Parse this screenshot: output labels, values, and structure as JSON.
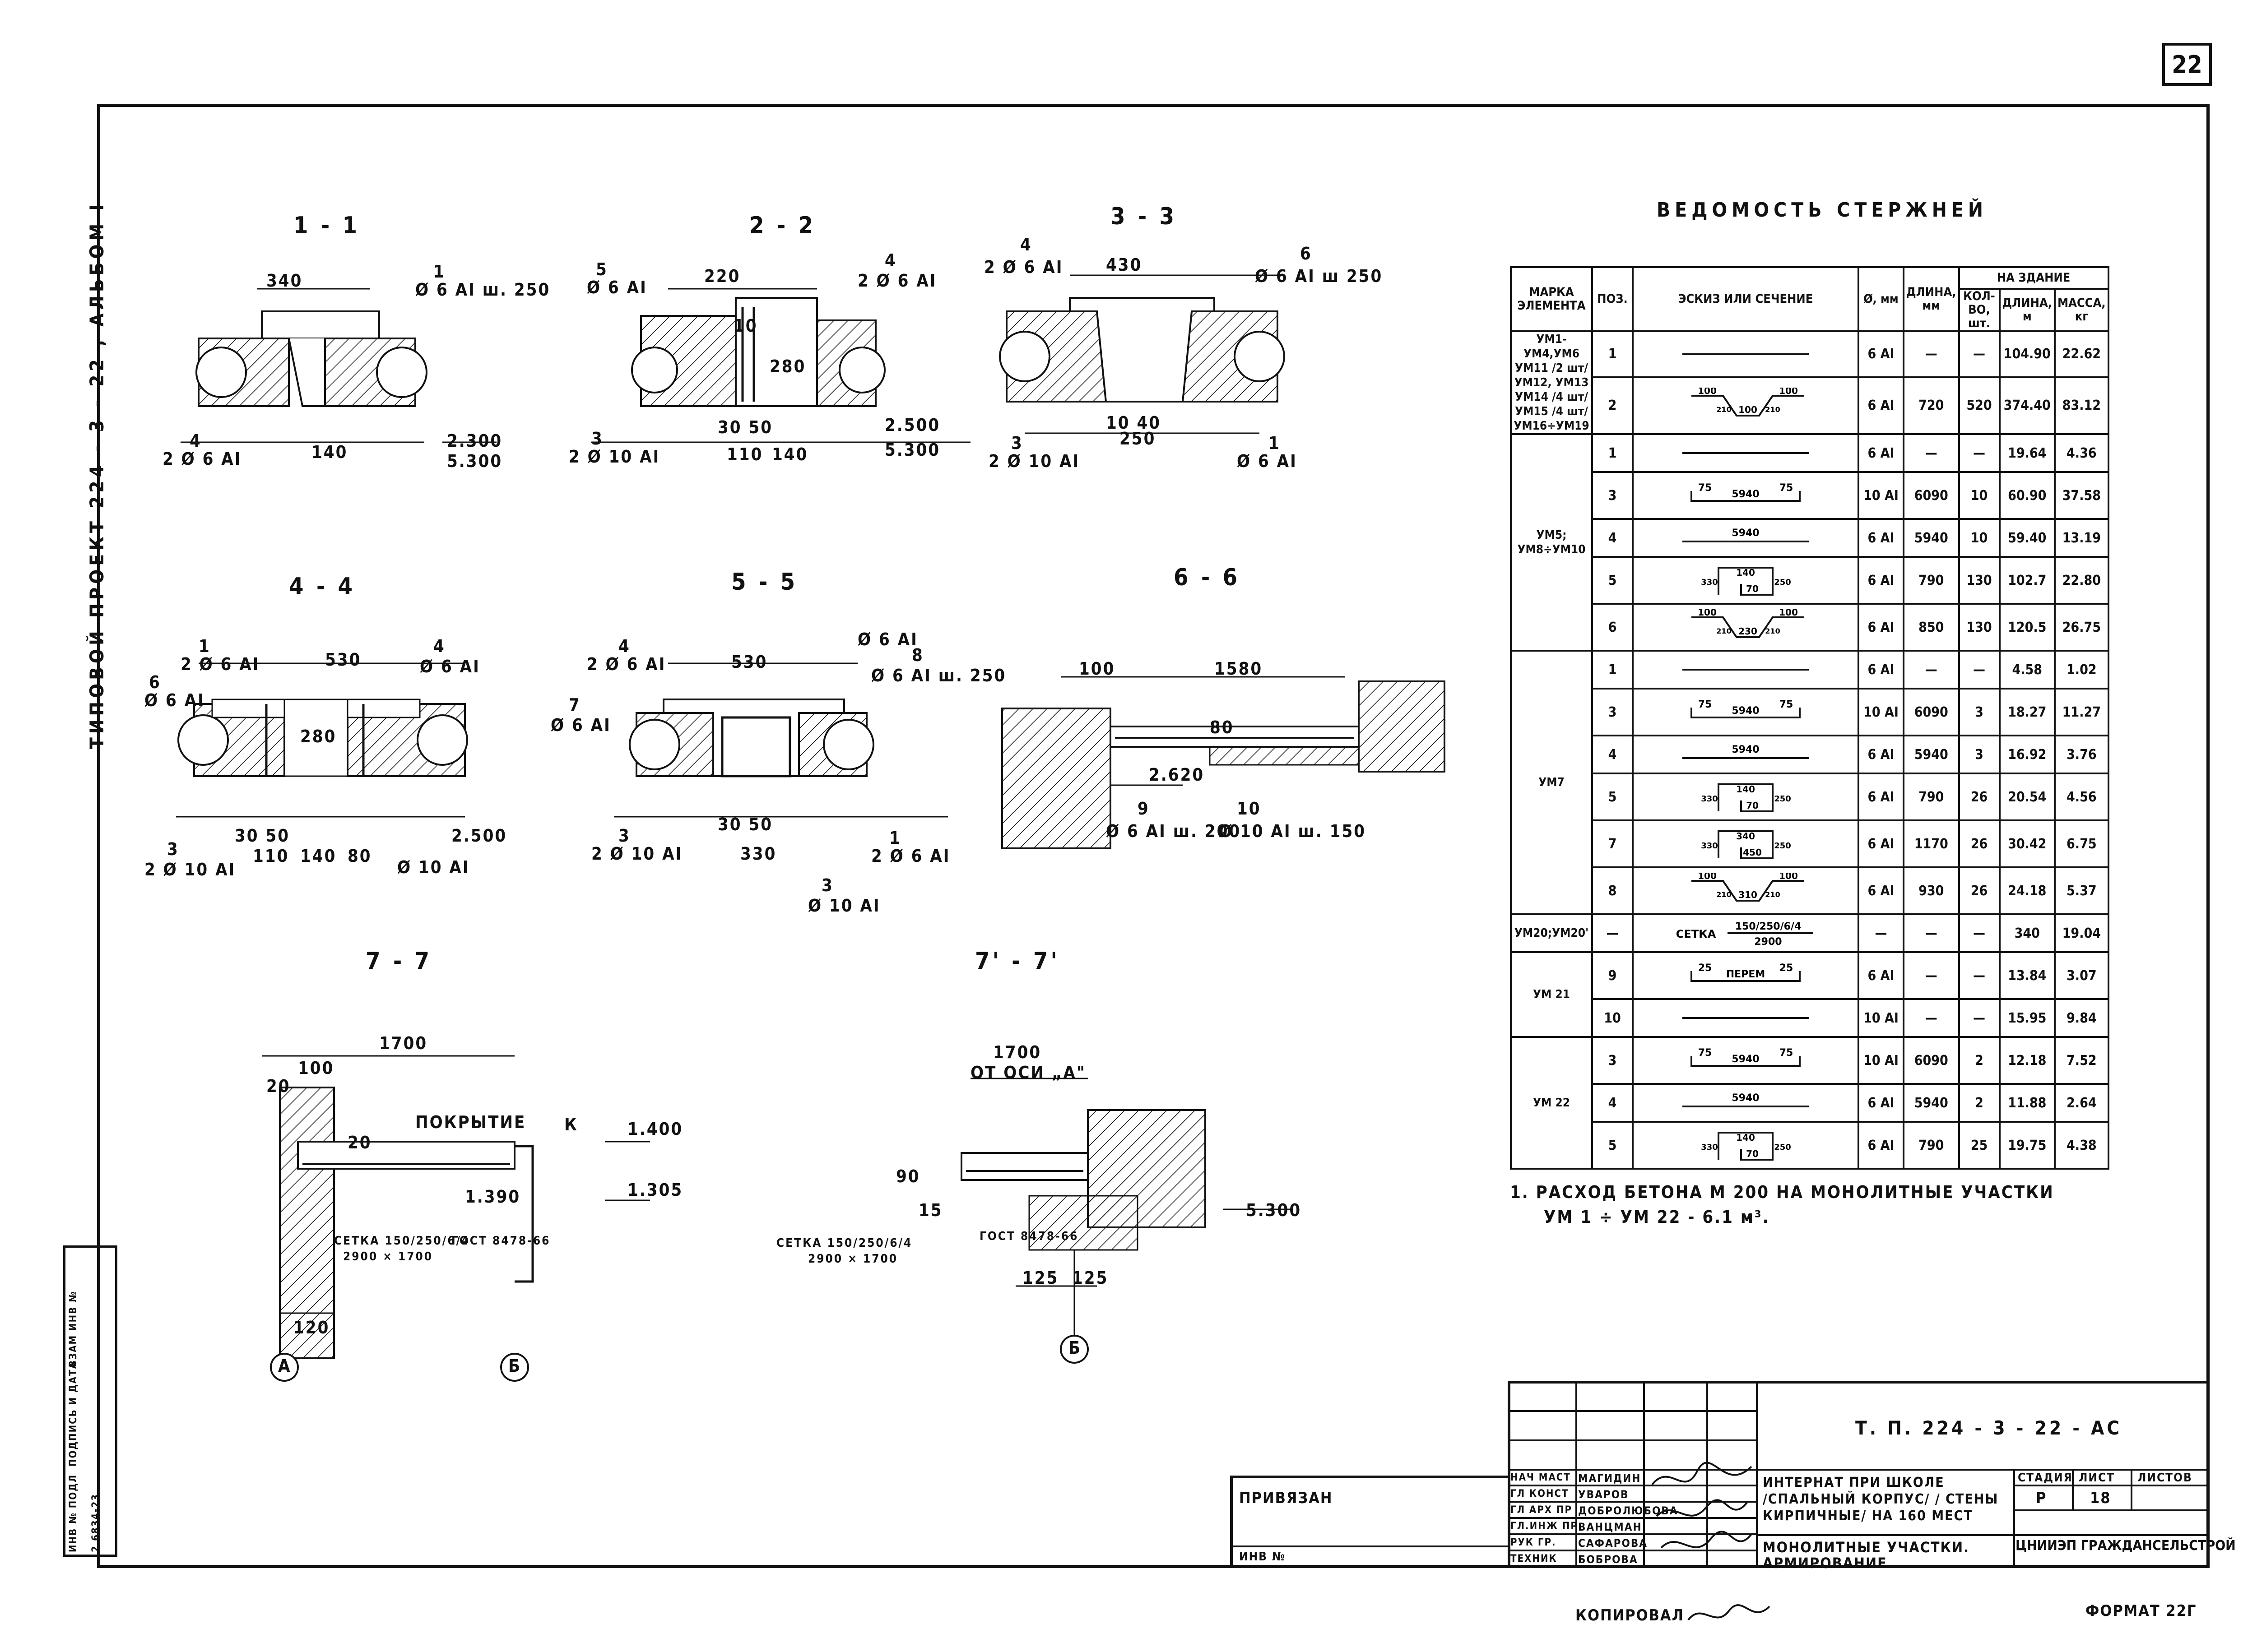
{
  "sheet_number": "22",
  "side_label": "ТИПОВОЙ   ПРОЕКТ   224 - 3 - 22 ,         АЛЬБОМ I",
  "sections": {
    "s11": {
      "title": "1 - 1",
      "dims": [
        "340",
        "140",
        "4",
        "2 Ø 6 AI",
        "Ø 6 AI  ш. 250",
        "1",
        "2.300",
        "5.300"
      ]
    },
    "s22": {
      "title": "2 - 2",
      "dims": [
        "220",
        "280",
        "10",
        "5",
        "Ø 6 AI",
        "4",
        "2 Ø 6 AI",
        "3",
        "2 Ø 10 AI",
        "30 50",
        "110",
        "140",
        "2.500",
        "5.300"
      ]
    },
    "s33": {
      "title": "3 - 3",
      "dims": [
        "430",
        "4",
        "2 Ø 6 AI",
        "6",
        "Ø 6 AI  ш 250",
        "3",
        "2 Ø 10 AI",
        "10 40",
        "250",
        "1",
        "Ø 6 AI"
      ]
    },
    "s44": {
      "title": "4 - 4",
      "dims": [
        "530",
        "280",
        "1",
        "2 Ø 6 AI",
        "6",
        "Ø 6 AI",
        "4",
        "Ø 6 AI",
        "3",
        "2 Ø 10 AI",
        "30 50",
        "110",
        "140",
        "80",
        "Ø 10 AI",
        "2.500"
      ]
    },
    "s55": {
      "title": "5 - 5",
      "dims": [
        "530",
        "4",
        "2 Ø 6 AI",
        "7",
        "Ø 6 AI",
        "Ø 6 AI",
        "8",
        "Ø 6 AI  ш. 250",
        "3",
        "2 Ø 10 AI",
        "30 50",
        "330",
        "1",
        "2 Ø 6 AI",
        "3",
        "Ø 10 AI"
      ]
    },
    "s66": {
      "title": "6 - 6",
      "dims": [
        "100",
        "1580",
        "2.620",
        "9",
        "Ø 6 AI  ш. 200",
        "10",
        "Ø 10 AI  ш. 150",
        "80"
      ]
    },
    "s77": {
      "title": "7 - 7",
      "dims": [
        "1700",
        "100",
        "20",
        "ПОКРЫТИЕ",
        "20",
        "К",
        "1.400",
        "1.390",
        "1.305",
        "СЕТКА 150/250/6/4",
        "2900 × 1700",
        "ГОСТ 8478-66",
        "120",
        "A",
        "Б"
      ]
    },
    "s77p": {
      "title": "7' - 7'",
      "dims": [
        "1700",
        "ОТ ОСИ „А\"",
        "90",
        "15",
        "СЕТКА 150/250/6/4",
        "2900 × 1700",
        "ГОСТ 8478-66",
        "5.300",
        "125",
        "125",
        "Б"
      ]
    }
  },
  "schedule": {
    "title": "ВЕДОМОСТЬ      СТЕРЖНЕЙ",
    "headers": {
      "mark": "МАРКА ЭЛЕМЕНТА",
      "pos": "ПОЗ.",
      "sketch": "ЭСКИЗ  ИЛИ  СЕЧЕНИЕ",
      "dia": "Ø, мм",
      "length": "ДЛИНА, мм",
      "on_building": "НА   ЗДАНИЕ",
      "qty": "КОЛ-ВО, шт.",
      "total_length": "ДЛИНА, м",
      "mass": "МАССА, кг"
    },
    "groups": [
      {
        "mark": "УМ1-УМ4,УМ6 УМ11 /2 шт/ УМ12, УМ13 УМ14 /4 шт/ УМ15 /4 шт/ УМ16÷УМ19",
        "rows": [
          {
            "pos": "1",
            "sketch": "line",
            "dia": "6 AI",
            "len": "—",
            "qty": "—",
            "tlen": "104.90",
            "mass": "22.62"
          },
          {
            "pos": "2",
            "sketch": "bent",
            "sk_labels": [
              "100",
              "100",
              "100",
              "210",
              "210"
            ],
            "dia": "6 AI",
            "len": "720",
            "qty": "520",
            "tlen": "374.40",
            "mass": "83.12"
          }
        ]
      },
      {
        "mark": "УМ5; УМ8÷УМ10",
        "rows": [
          {
            "pos": "1",
            "sketch": "line",
            "dia": "6 AI",
            "len": "—",
            "qty": "—",
            "tlen": "19.64",
            "mass": "4.36"
          },
          {
            "pos": "3",
            "sketch": "hooked",
            "sk_labels": [
              "75",
              "5940",
              "75"
            ],
            "dia": "10 AI",
            "len": "6090",
            "qty": "10",
            "tlen": "60.90",
            "mass": "37.58"
          },
          {
            "pos": "4",
            "sketch": "straight",
            "sk_labels": [
              "5940"
            ],
            "dia": "6 AI",
            "len": "5940",
            "qty": "10",
            "tlen": "59.40",
            "mass": "13.19"
          },
          {
            "pos": "5",
            "sketch": "stirrup",
            "sk_labels": [
              "140",
              "70",
              "330",
              "250"
            ],
            "dia": "6 AI",
            "len": "790",
            "qty": "130",
            "tlen": "102.7",
            "mass": "22.80"
          },
          {
            "pos": "6",
            "sketch": "bent",
            "sk_labels": [
              "100",
              "100",
              "230",
              "210",
              "210"
            ],
            "dia": "6 AI",
            "len": "850",
            "qty": "130",
            "tlen": "120.5",
            "mass": "26.75"
          }
        ]
      },
      {
        "mark": "УМ7",
        "rows": [
          {
            "pos": "1",
            "sketch": "line",
            "dia": "6 AI",
            "len": "—",
            "qty": "—",
            "tlen": "4.58",
            "mass": "1.02"
          },
          {
            "pos": "3",
            "sketch": "hooked",
            "sk_labels": [
              "75",
              "5940",
              "75"
            ],
            "dia": "10 AI",
            "len": "6090",
            "qty": "3",
            "tlen": "18.27",
            "mass": "11.27"
          },
          {
            "pos": "4",
            "sketch": "straight",
            "sk_labels": [
              "5940"
            ],
            "dia": "6 AI",
            "len": "5940",
            "qty": "3",
            "tlen": "16.92",
            "mass": "3.76"
          },
          {
            "pos": "5",
            "sketch": "stirrup",
            "sk_labels": [
              "140",
              "70",
              "330",
              "250"
            ],
            "dia": "6 AI",
            "len": "790",
            "qty": "26",
            "tlen": "20.54",
            "mass": "4.56"
          },
          {
            "pos": "7",
            "sketch": "stirrup",
            "sk_labels": [
              "340",
              "450",
              "330",
              "250"
            ],
            "dia": "6 AI",
            "len": "1170",
            "qty": "26",
            "tlen": "30.42",
            "mass": "6.75"
          },
          {
            "pos": "8",
            "sketch": "bent",
            "sk_labels": [
              "100",
              "100",
              "310",
              "210",
              "210"
            ],
            "dia": "6 AI",
            "len": "930",
            "qty": "26",
            "tlen": "24.18",
            "mass": "5.37"
          }
        ]
      },
      {
        "mark": "УМ20;УМ20'",
        "rows": [
          {
            "pos": "—",
            "sketch": "mesh",
            "sk_labels": [
              "СЕТКА",
              "150/250/6/4",
              "2900"
            ],
            "dia": "—",
            "len": "—",
            "qty": "—",
            "tlen": "340",
            "mass": "19.04"
          }
        ]
      },
      {
        "mark": "УМ 21",
        "rows": [
          {
            "pos": "9",
            "sketch": "hooked",
            "sk_labels": [
              "25",
              "ПЕРЕМ",
              "25"
            ],
            "dia": "6 AI",
            "len": "—",
            "qty": "—",
            "tlen": "13.84",
            "mass": "3.07"
          },
          {
            "pos": "10",
            "sketch": "line",
            "dia": "10 AI",
            "len": "—",
            "qty": "—",
            "tlen": "15.95",
            "mass": "9.84"
          }
        ]
      },
      {
        "mark": "УМ 22",
        "rows": [
          {
            "pos": "3",
            "sketch": "hooked",
            "sk_labels": [
              "75",
              "5940",
              "75"
            ],
            "dia": "10 AI",
            "len": "6090",
            "qty": "2",
            "tlen": "12.18",
            "mass": "7.52"
          },
          {
            "pos": "4",
            "sketch": "straight",
            "sk_labels": [
              "5940"
            ],
            "dia": "6 AI",
            "len": "5940",
            "qty": "2",
            "tlen": "11.88",
            "mass": "2.64"
          },
          {
            "pos": "5",
            "sketch": "stirrup",
            "sk_labels": [
              "140",
              "70",
              "330",
              "250"
            ],
            "dia": "6 AI",
            "len": "790",
            "qty": "25",
            "tlen": "19.75",
            "mass": "4.38"
          }
        ]
      }
    ],
    "note_line1": "1. РАСХОД  БЕТОНА   М 200   НА  МОНОЛИТНЫЕ   УЧАСТКИ",
    "note_line2": "УМ 1 ÷ УМ 22        -   6.1 м³."
  },
  "title_block": {
    "doc_code": "Т. П.  224 - 3 - 22 - АС",
    "privyazan": "ПРИВЯЗАН",
    "inv": "ИНВ №",
    "roles": [
      "НАЧ МАСТ",
      "ГЛ КОНСТ",
      "ГЛ АРХ ПР",
      "ГЛ.ИНЖ ПР",
      "РУК ГР.",
      "ТЕХНИК"
    ],
    "names": [
      "МАГИДИН",
      "УВАРОВ",
      "ДОБРОЛЮБОВА",
      "ВАНЦМАН",
      "САФАРОВА",
      "БОБРОВА"
    ],
    "project": [
      "ИНТЕРНАТ  ПРИ  ШКОЛЕ",
      "/СПАЛЬНЫЙ  КОРПУС/ / СТЕНЫ",
      "КИРПИЧНЫЕ/  НА  160  МЕСТ"
    ],
    "sheet_name": [
      "МОНОЛИТНЫЕ  УЧАСТКИ.",
      "АРМИРОВАНИЕ."
    ],
    "stage_label": "СТАДИЯ",
    "sheet_label": "ЛИСТ",
    "sheets_label": "ЛИСТОВ",
    "stage": "Р",
    "sheet": "18",
    "sheets": "",
    "org": "ЦНИИЭП ГРАЖДАНСЕЛЬСТРОЙ",
    "copied": "КОПИРОВАЛ",
    "format": "ФОРМАТ 22Г",
    "left_stamp": [
      "ИНВ № ПОДЛ",
      "ПОДПИСЬ И ДАТА",
      "ВЗАМ ИНВ №"
    ],
    "left_stamp_value": "2.6834-23"
  }
}
